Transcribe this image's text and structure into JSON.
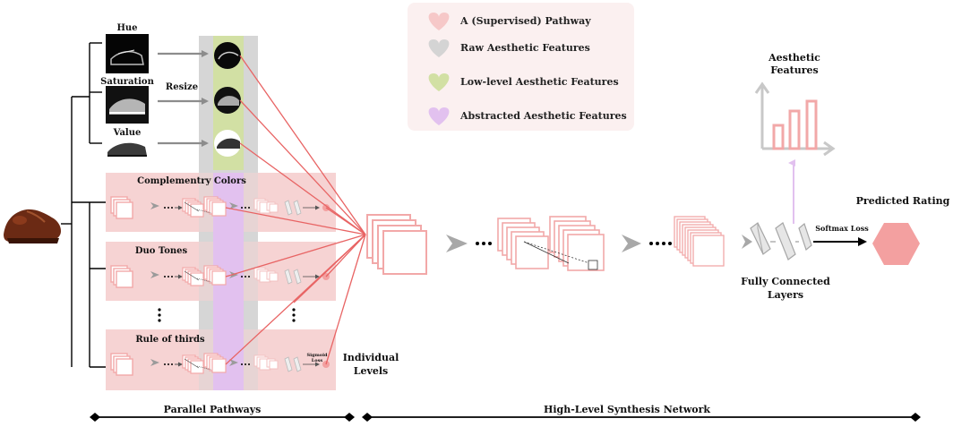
{
  "legend": {
    "items": [
      {
        "label": "A (Supervised) Pathway",
        "color": "#f6c8c8"
      },
      {
        "label": "Raw Aesthetic Features",
        "color": "#d4d4d4"
      },
      {
        "label": "Low-level Aesthetic Features",
        "color": "#d2e0a4"
      },
      {
        "label": "Abstracted Aesthetic Features",
        "color": "#e2c1ef"
      }
    ]
  },
  "inputs": {
    "hue": "Hue",
    "saturation": "Saturation",
    "value": "Value",
    "resize": "Resize"
  },
  "pathways": [
    {
      "title": "Complementry Colors"
    },
    {
      "title": "Duo Tones"
    },
    {
      "title": "Rule of thirds"
    }
  ],
  "small_loss": [
    "Sigmoid",
    "Loss"
  ],
  "individual_levels": [
    "Individual",
    "Levels"
  ],
  "aesthetic_features": [
    "Aesthetic",
    "Features"
  ],
  "fully_connected": [
    "Fully Connected",
    "Layers"
  ],
  "softmax_loss": "Softmax Loss",
  "predicted_rating": "Predicted Rating",
  "bottom": {
    "parallel": "Parallel Pathways",
    "synthesis": "High-Level Synthesis Network"
  },
  "colors": {
    "pink": "#f6c8c8",
    "pink_dark": "#f2a8a8",
    "gray": "#d4d4d4",
    "green": "#d2e0a4",
    "purple": "#e2c1ef",
    "red_line": "#e86464",
    "hexagon": "#f3a0a0"
  }
}
